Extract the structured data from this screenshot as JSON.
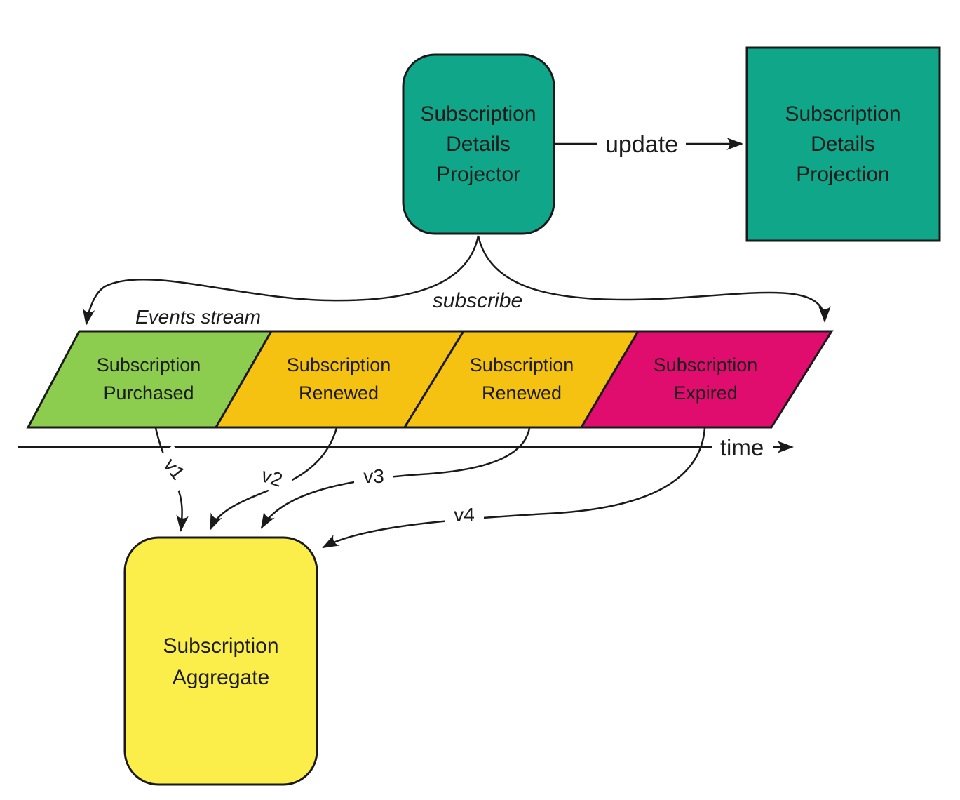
{
  "diagram": {
    "boxes": {
      "projector": {
        "lines": [
          "Subscription",
          "Details",
          "Projector"
        ],
        "color": "#10a689"
      },
      "projection": {
        "lines": [
          "Subscription",
          "Details",
          "Projection"
        ],
        "color": "#10a689"
      },
      "aggregate": {
        "lines": [
          "Subscription",
          "Aggregate"
        ],
        "color": "#fbee4a"
      }
    },
    "stream": {
      "title": "Events stream",
      "events": [
        {
          "lines": [
            "Subscription",
            "Purchased"
          ],
          "color": "#8ccc4e"
        },
        {
          "lines": [
            "Subscription",
            "Renewed"
          ],
          "color": "#f5c211"
        },
        {
          "lines": [
            "Subscription",
            "Renewed"
          ],
          "color": "#f5c211"
        },
        {
          "lines": [
            "Subscription",
            "Expired"
          ],
          "color": "#e00d6e"
        }
      ]
    },
    "labels": {
      "update": "update",
      "subscribe": "subscribe",
      "time": "time",
      "versions": [
        "v1",
        "v2",
        "v3",
        "v4"
      ]
    },
    "colors": {
      "stroke": "#1a1a1a",
      "background": "#ffffff"
    }
  }
}
